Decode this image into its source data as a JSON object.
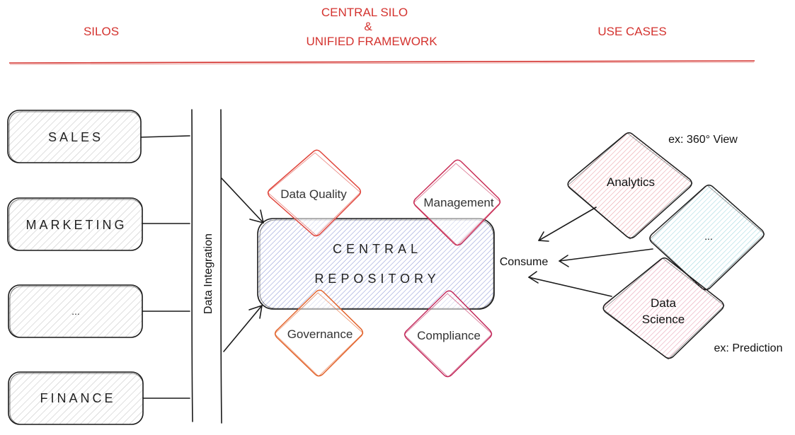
{
  "header": {
    "left": "SILOS",
    "center_line1": "CENTRAL SILO",
    "center_line2": "&",
    "center_line3": "UNIFIED FRAMEWORK",
    "right": "USE CASES",
    "accent_color": "#d4332f"
  },
  "silos": [
    {
      "label": "SALES"
    },
    {
      "label": "MARKETING"
    },
    {
      "label": "..."
    },
    {
      "label": "FINANCE"
    }
  ],
  "integration": {
    "label": "Data Integration"
  },
  "repository": {
    "line1": "CENTRAL",
    "line2": "REPOSITORY",
    "fill_color": "#b7bde6"
  },
  "pillars": {
    "data_quality": {
      "label": "Data Quality",
      "color": "#e0443a"
    },
    "management": {
      "label": "Management",
      "color": "#c92f57"
    },
    "governance": {
      "label": "Governance",
      "color": "#e2622a"
    },
    "compliance": {
      "label": "Compliance",
      "color": "#c2285a"
    }
  },
  "consume": {
    "label": "Consume"
  },
  "use_cases": {
    "analytics": {
      "label": "Analytics",
      "note": "ex: 360° View",
      "fill_color": "#f2bfc3"
    },
    "other": {
      "label": "...",
      "fill_color": "#bfe6ea"
    },
    "data_science": {
      "line1": "Data",
      "line2": "Science",
      "note": "ex: Prediction",
      "fill_color": "#f2bfcc"
    }
  }
}
